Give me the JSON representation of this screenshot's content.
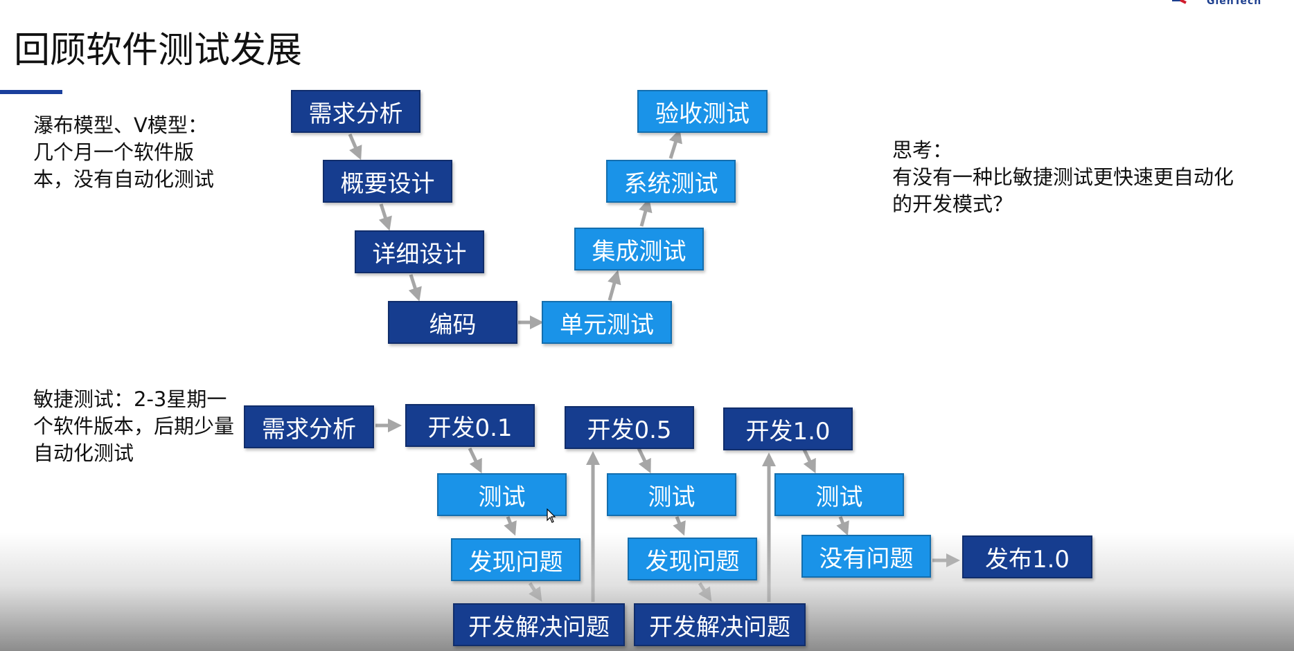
{
  "logo": {
    "text": "GienTech"
  },
  "page_title": "回顾软件测试发展",
  "notes": {
    "waterfall": "瀑布模型、V模型：几个月一个软件版本，没有自动化测试",
    "agile": "敏捷测试：2-3星期一个软件版本，后期少量自动化测试",
    "think_title": "思考：",
    "think_body": "有没有一种比敏捷测试更快速更自动化的开发模式？"
  },
  "v_model": {
    "requirements": "需求分析",
    "outline_design": "概要设计",
    "detailed_design": "详细设计",
    "coding": "编码",
    "unit_test": "单元测试",
    "integration_test": "集成测试",
    "system_test": "系统测试",
    "acceptance_test": "验收测试"
  },
  "agile_flow": {
    "requirements": "需求分析",
    "dev_0_1": "开发0.1",
    "test_1": "测试",
    "issues_1": "发现问题",
    "fix_1": "开发解决问题",
    "dev_0_5": "开发0.5",
    "test_2": "测试",
    "issues_2": "发现问题",
    "fix_2": "开发解决问题",
    "dev_1_0": "开发1.0",
    "test_3": "测试",
    "no_issues": "没有问题",
    "release_1_0": "发布1.0"
  },
  "colors": {
    "dark_box": "#163d8f",
    "light_box": "#1a93e8",
    "arrow": "#a6a6a6",
    "accent_bar": "#1a3f9c"
  }
}
